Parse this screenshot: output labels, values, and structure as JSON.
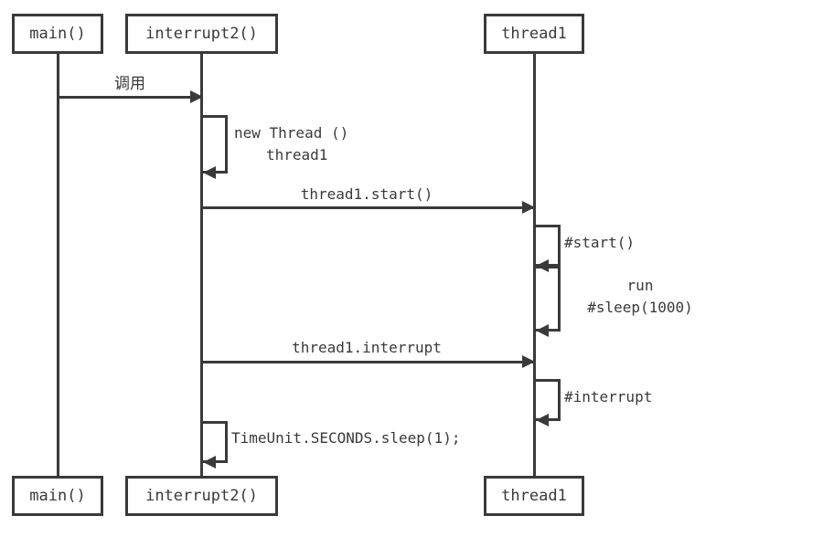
{
  "diagram": {
    "type": "uml-sequence-diagram",
    "title": "",
    "colors": {
      "stroke": "#3a3a3a",
      "text": "#3a3a3a",
      "background": "#ffffff"
    },
    "participants": [
      {
        "id": "main",
        "label": "main()"
      },
      {
        "id": "interrupt2",
        "label": "interrupt2()"
      },
      {
        "id": "thread1",
        "label": "thread1"
      }
    ],
    "footers": [
      {
        "id": "main",
        "label": "main()"
      },
      {
        "id": "interrupt2",
        "label": "interrupt2()"
      },
      {
        "id": "thread1",
        "label": "thread1"
      }
    ],
    "messages": [
      {
        "id": "call",
        "from": "main",
        "to": "interrupt2",
        "kind": "call",
        "label": "调用",
        "script": "cjk"
      },
      {
        "id": "new-thread",
        "from": "interrupt2",
        "to": "interrupt2",
        "kind": "self-call",
        "label_line1": "new Thread ()",
        "label_line2": "thread1"
      },
      {
        "id": "thread-start",
        "from": "interrupt2",
        "to": "thread1",
        "kind": "call",
        "label": "thread1.start()"
      },
      {
        "id": "start-internal",
        "from": "thread1",
        "to": "thread1",
        "kind": "self-call",
        "label": "#start()"
      },
      {
        "id": "run-sleep",
        "from": "thread1",
        "to": "thread1",
        "kind": "self-call",
        "label_line1": "run",
        "label_line2": "#sleep(1000)"
      },
      {
        "id": "thread-interrupt",
        "from": "interrupt2",
        "to": "thread1",
        "kind": "call",
        "label": "thread1.interrupt"
      },
      {
        "id": "interrupt-internal",
        "from": "thread1",
        "to": "thread1",
        "kind": "self-call",
        "label": "#interrupt"
      },
      {
        "id": "timeunit-sleep",
        "from": "interrupt2",
        "to": "interrupt2",
        "kind": "self-call",
        "label": "TimeUnit.SECONDS.sleep(1);"
      }
    ]
  }
}
